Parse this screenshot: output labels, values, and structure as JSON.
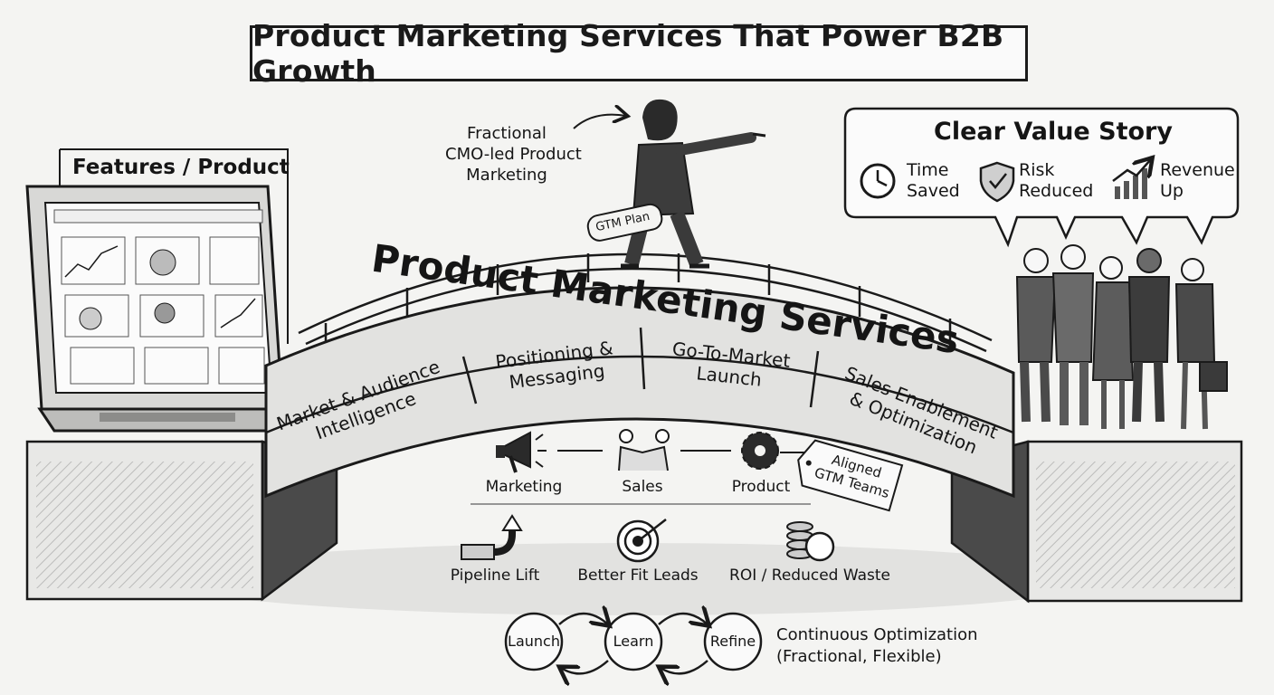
{
  "title": "Product Marketing Services That Power B2B Growth",
  "laptop_label": "Features / Product",
  "fractional_label": [
    "Fractional",
    "CMO-led Product",
    "Marketing"
  ],
  "gtm_scroll": "GTM Plan",
  "bridge_title": "Product Marketing Services",
  "pillars": [
    [
      "Market & Audience",
      "Intelligence"
    ],
    [
      "Positioning &",
      "Messaging"
    ],
    [
      "Go-To-Market",
      "Launch"
    ],
    [
      "Sales Enablement",
      "& Optimization"
    ]
  ],
  "value_story": {
    "heading": "Clear Value Story",
    "items": [
      {
        "icon": "clock-icon",
        "label": [
          "Time",
          "Saved"
        ]
      },
      {
        "icon": "shield-check-icon",
        "label": [
          "Risk",
          "Reduced"
        ]
      },
      {
        "icon": "revenue-chart-icon",
        "label": [
          "Revenue",
          "Up"
        ]
      }
    ]
  },
  "teams": {
    "items": [
      {
        "icon": "megaphone-icon",
        "label": "Marketing"
      },
      {
        "icon": "handshake-icon",
        "label": "Sales"
      },
      {
        "icon": "gear-icon",
        "label": "Product"
      }
    ],
    "tag": [
      "Aligned",
      "GTM Teams"
    ]
  },
  "outcomes": [
    {
      "icon": "pipe-arrow-icon",
      "label": "Pipeline Lift"
    },
    {
      "icon": "target-icon",
      "label": "Better Fit Leads"
    },
    {
      "icon": "coins-dollar-icon",
      "label": "ROI / Reduced Waste"
    }
  ],
  "cycle": {
    "steps": [
      "Launch",
      "Learn",
      "Refine"
    ],
    "label": [
      "Continuous Optimization",
      "(Fractional, Flexible)"
    ]
  }
}
